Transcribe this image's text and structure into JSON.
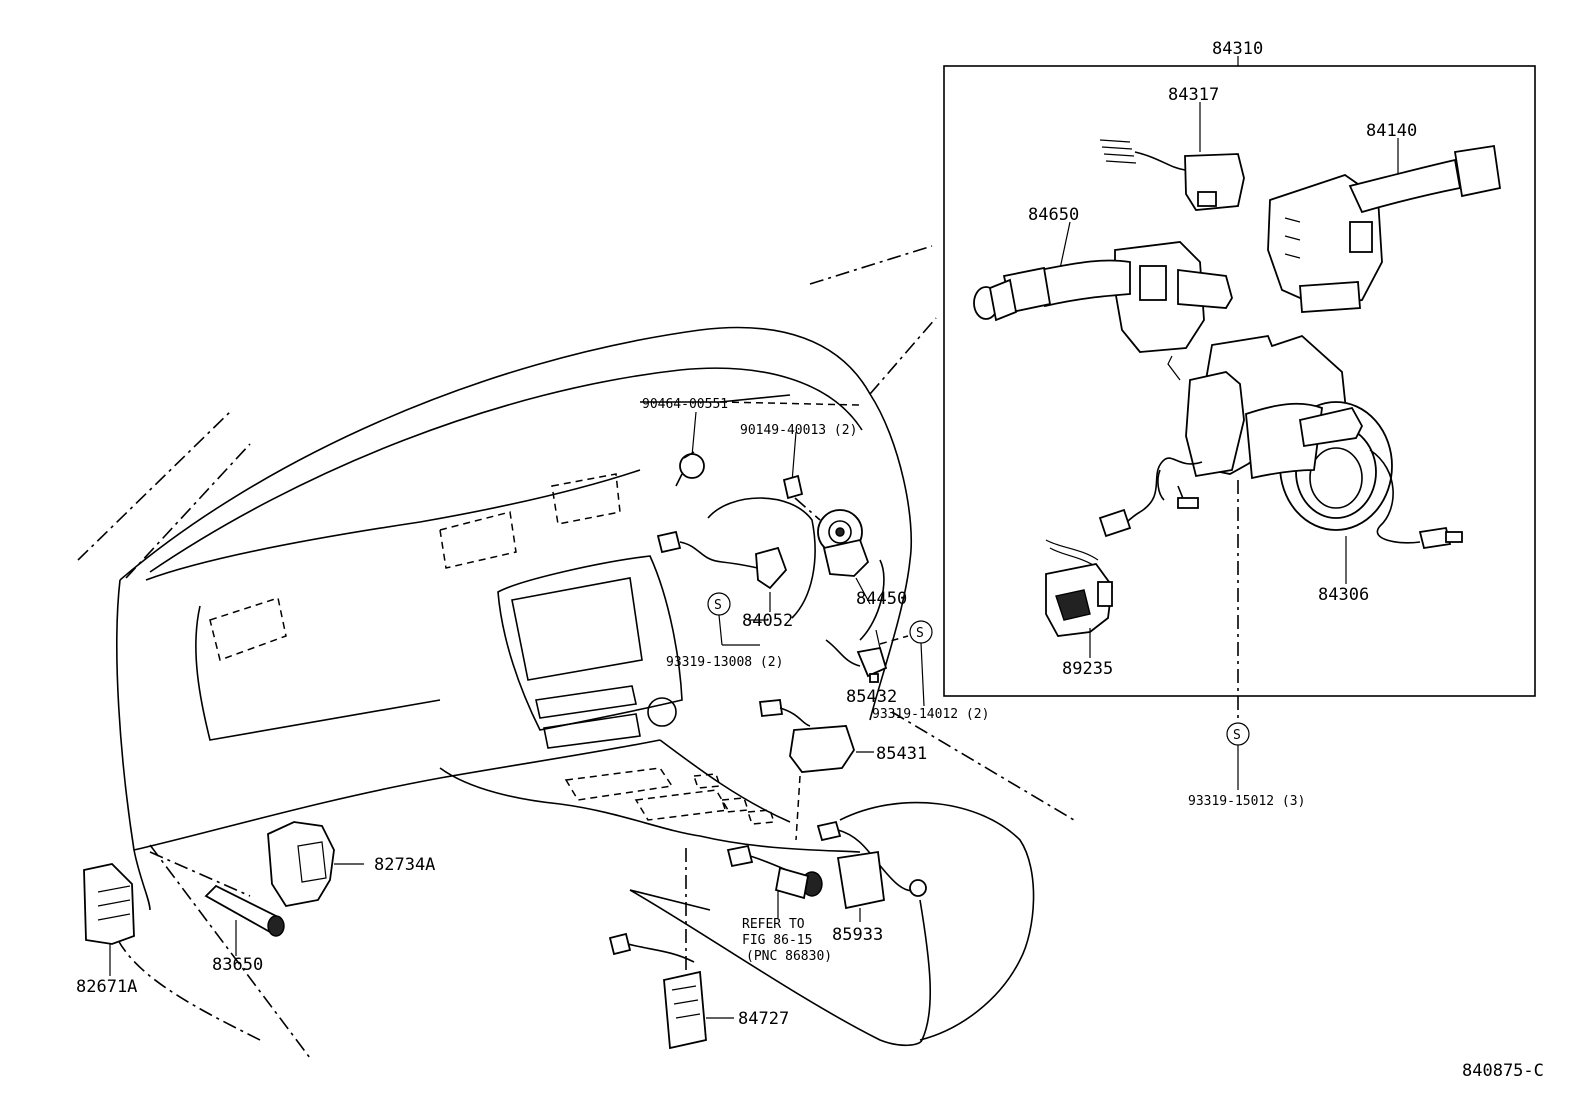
{
  "diagram": {
    "labels": {
      "p84310": "84310",
      "p84317": "84317",
      "p84140": "84140",
      "p84650": "84650",
      "p84306": "84306",
      "p89235": "89235",
      "p90464": "90464-00551",
      "p90149": "90149-40013 (2)",
      "p84052": "84052",
      "p84450": "84450",
      "p93319_13008": "93319-13008 (2)",
      "p85432": "85432",
      "p93319_14012": "93319-14012 (2)",
      "p85431": "85431",
      "p93319_15012": "93319-15012 (3)",
      "p82734A": "82734A",
      "p83650": "83650",
      "p82671A": "82671A",
      "p85933": "85933",
      "p84727": "84727",
      "refer_line1": "REFER TO",
      "refer_line2": "FIG 86-15",
      "refer_line3": "(PNC 86830)",
      "s_symbol": "S",
      "figure_code": "840875-C"
    }
  }
}
